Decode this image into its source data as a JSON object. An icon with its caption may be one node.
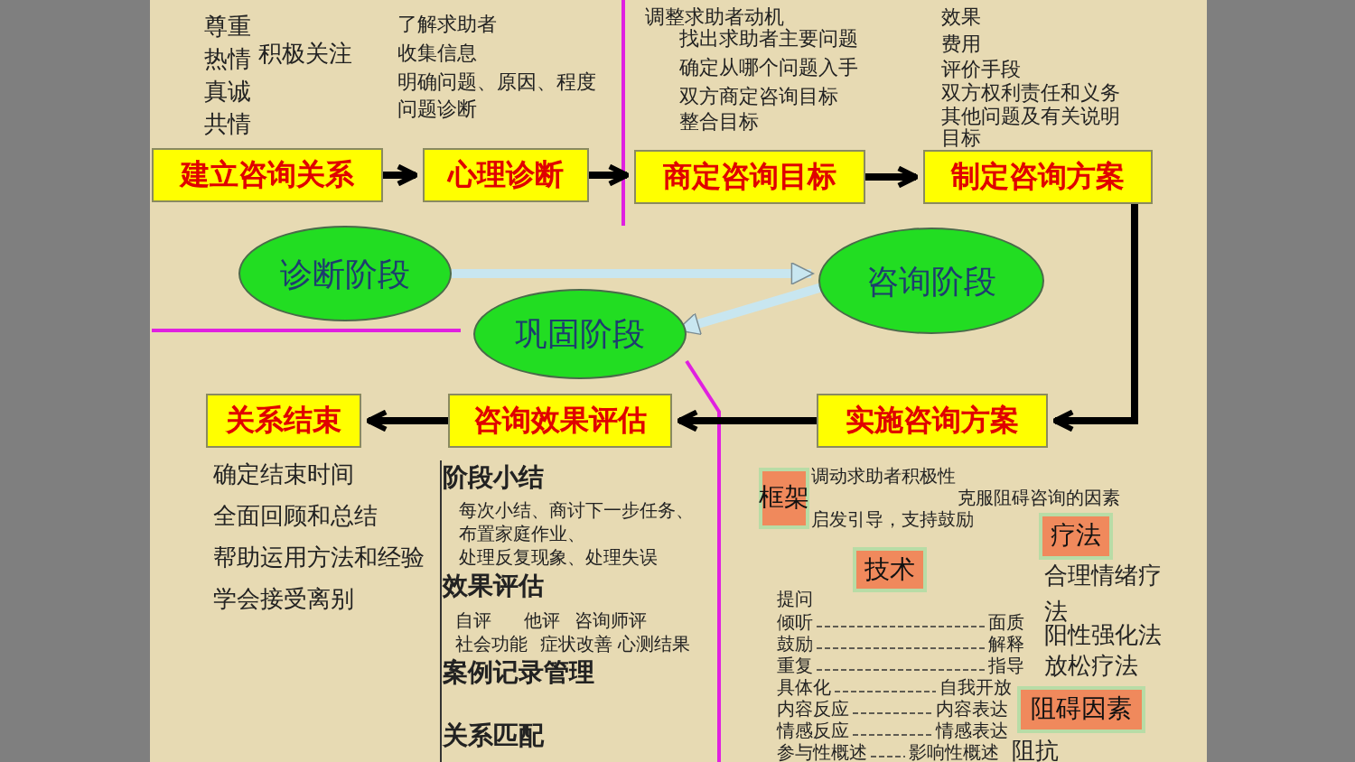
{
  "diagram": {
    "nodes": [
      {
        "text": [
          "建立咨询关系"
        ]
      },
      {
        "text": [
          "心理诊断"
        ]
      },
      {
        "text": [
          "商定咨询目标"
        ]
      },
      {
        "text": [
          "制定咨询方案"
        ]
      },
      {
        "text": [
          "诊断阶段"
        ]
      },
      {
        "text": [
          "咨询阶段"
        ]
      },
      {
        "text": [
          "巩固阶段"
        ]
      },
      {
        "text": [
          "关系结束"
        ]
      },
      {
        "text": [
          "咨询效果评估"
        ]
      },
      {
        "text": [
          "实施咨询方案"
        ]
      },
      {
        "text": [
          "框架"
        ]
      },
      {
        "text": [
          "技术"
        ]
      },
      {
        "text": [
          "疗法"
        ]
      },
      {
        "text": [
          "阻碍因素"
        ]
      }
    ],
    "edges": [
      {
        "from": 0,
        "to": 1,
        "arrow": "to"
      },
      {
        "from": 1,
        "to": 2,
        "arrow": "to"
      },
      {
        "from": 2,
        "to": 3,
        "arrow": "to"
      },
      {
        "from": 3,
        "to": 9,
        "arrow": "to"
      },
      {
        "from": 9,
        "to": 8,
        "arrow": "to"
      },
      {
        "from": 8,
        "to": 7,
        "arrow": "to"
      },
      {
        "from": 4,
        "to": 5,
        "arrow": "to",
        "color": "#c8e6f0"
      },
      {
        "from": 5,
        "to": 6,
        "arrow": "to",
        "color": "#c8e6f0"
      }
    ],
    "labels": [
      "尊重",
      "热情",
      "积极关注",
      "真诚",
      "共情",
      "了解求助者",
      "收集信息",
      "明确问题、原因、程度",
      "问题诊断",
      "调整求助者动机",
      "找出求助者主要问题",
      "确定从哪个问题入手",
      "双方商定咨询目标",
      "整合目标",
      "效果",
      "费用",
      "评价手段",
      "双方权利责任和义务",
      "其他问题及有关说明",
      "目标",
      "确定结束时间",
      "全面回顾和总结",
      "帮助运用方法和经验",
      "学会接受离别",
      "阶段小结",
      "每次小结、商讨下一步任务、",
      "布置家庭作业、",
      "处理反复现象、处理失误",
      "效果评估",
      "自评",
      "他评",
      "咨询师评",
      "社会功能",
      "症状改善",
      "心测结果",
      "案例记录管理",
      "关系匹配",
      "调动求助者积极性",
      "克服阻碍咨询的因素",
      "启发引导，支持鼓励",
      "提问",
      "倾听",
      "面质",
      "鼓励",
      "解释",
      "重复",
      "指导",
      "具体化",
      "自我开放",
      "内容反应",
      "内容表达",
      "情感反应",
      "情感表达",
      "参与性概述",
      "影响性概述",
      "合理情绪疗法",
      "阳性强化法",
      "放松疗法",
      "阻抗"
    ]
  }
}
